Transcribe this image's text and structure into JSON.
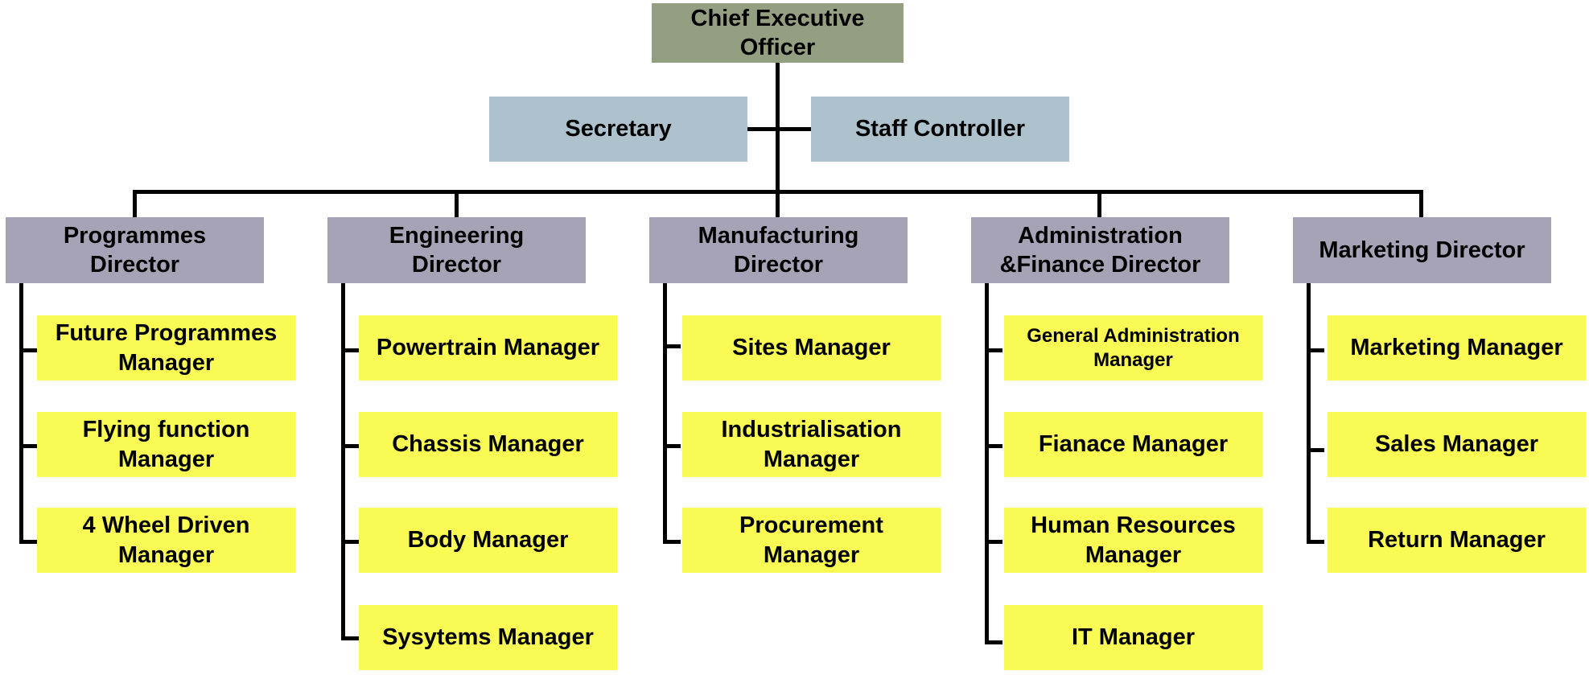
{
  "ceo": "Chief Executive\nOfficer",
  "staff": {
    "left": "Secretary",
    "right": "Staff Controller"
  },
  "departments": [
    {
      "director": "Programmes\nDirector",
      "managers": [
        "Future Programmes\nManager",
        "Flying function\nManager",
        "4 Wheel Driven\nManager"
      ]
    },
    {
      "director": "Engineering\nDirector",
      "managers": [
        "Powertrain Manager",
        "Chassis Manager",
        "Body Manager",
        "Sysytems Manager"
      ]
    },
    {
      "director": "Manufacturing\nDirector",
      "managers": [
        "Sites Manager",
        "Industrialisation\nManager",
        "Procurement\nManager"
      ]
    },
    {
      "director": "Administration\n&Finance  Director",
      "managers": [
        "General Administration\nManager",
        "Fianace Manager",
        "Human Resources\nManager",
        "IT Manager"
      ]
    },
    {
      "director": "Marketing  Director",
      "managers": [
        "Marketing Manager",
        "Sales Manager",
        "Return Manager"
      ]
    }
  ],
  "colors": {
    "ceo": "#939f80",
    "staff": "#adc2cc",
    "director": "#a7a3b6",
    "manager": "#fafa55",
    "connector": "#000000"
  }
}
